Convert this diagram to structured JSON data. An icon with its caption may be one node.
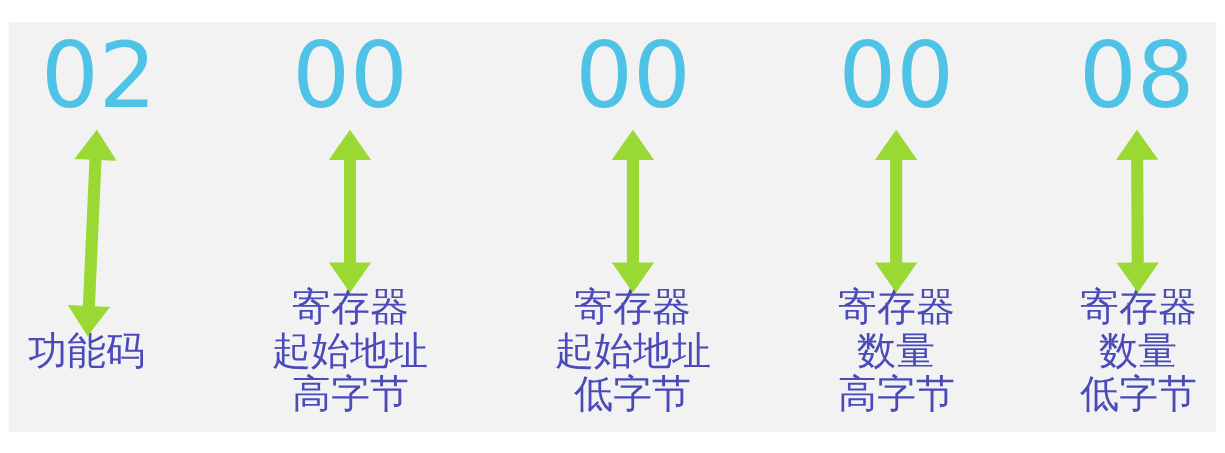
{
  "diagram": {
    "nodes": [
      {
        "text": [
          "02"
        ]
      },
      {
        "text": [
          "00"
        ]
      },
      {
        "text": [
          "00"
        ]
      },
      {
        "text": [
          "00"
        ]
      },
      {
        "text": [
          "08"
        ]
      },
      {
        "text": [
          "功能码"
        ]
      },
      {
        "text": [
          "寄存器",
          "起始地址",
          "高字节"
        ]
      },
      {
        "text": [
          "寄存器",
          "起始地址",
          "低字节"
        ]
      },
      {
        "text": [
          "寄存器",
          "数量",
          "高字节"
        ]
      },
      {
        "text": [
          "寄存器",
          "数量",
          "低字节"
        ]
      }
    ],
    "edges": [
      {
        "from": 0,
        "to": 5,
        "arrow": "both"
      },
      {
        "from": 1,
        "to": 6,
        "arrow": "both"
      },
      {
        "from": 2,
        "to": 7,
        "arrow": "both"
      },
      {
        "from": 3,
        "to": 8,
        "arrow": "both"
      },
      {
        "from": 4,
        "to": 9,
        "arrow": "both"
      }
    ]
  }
}
